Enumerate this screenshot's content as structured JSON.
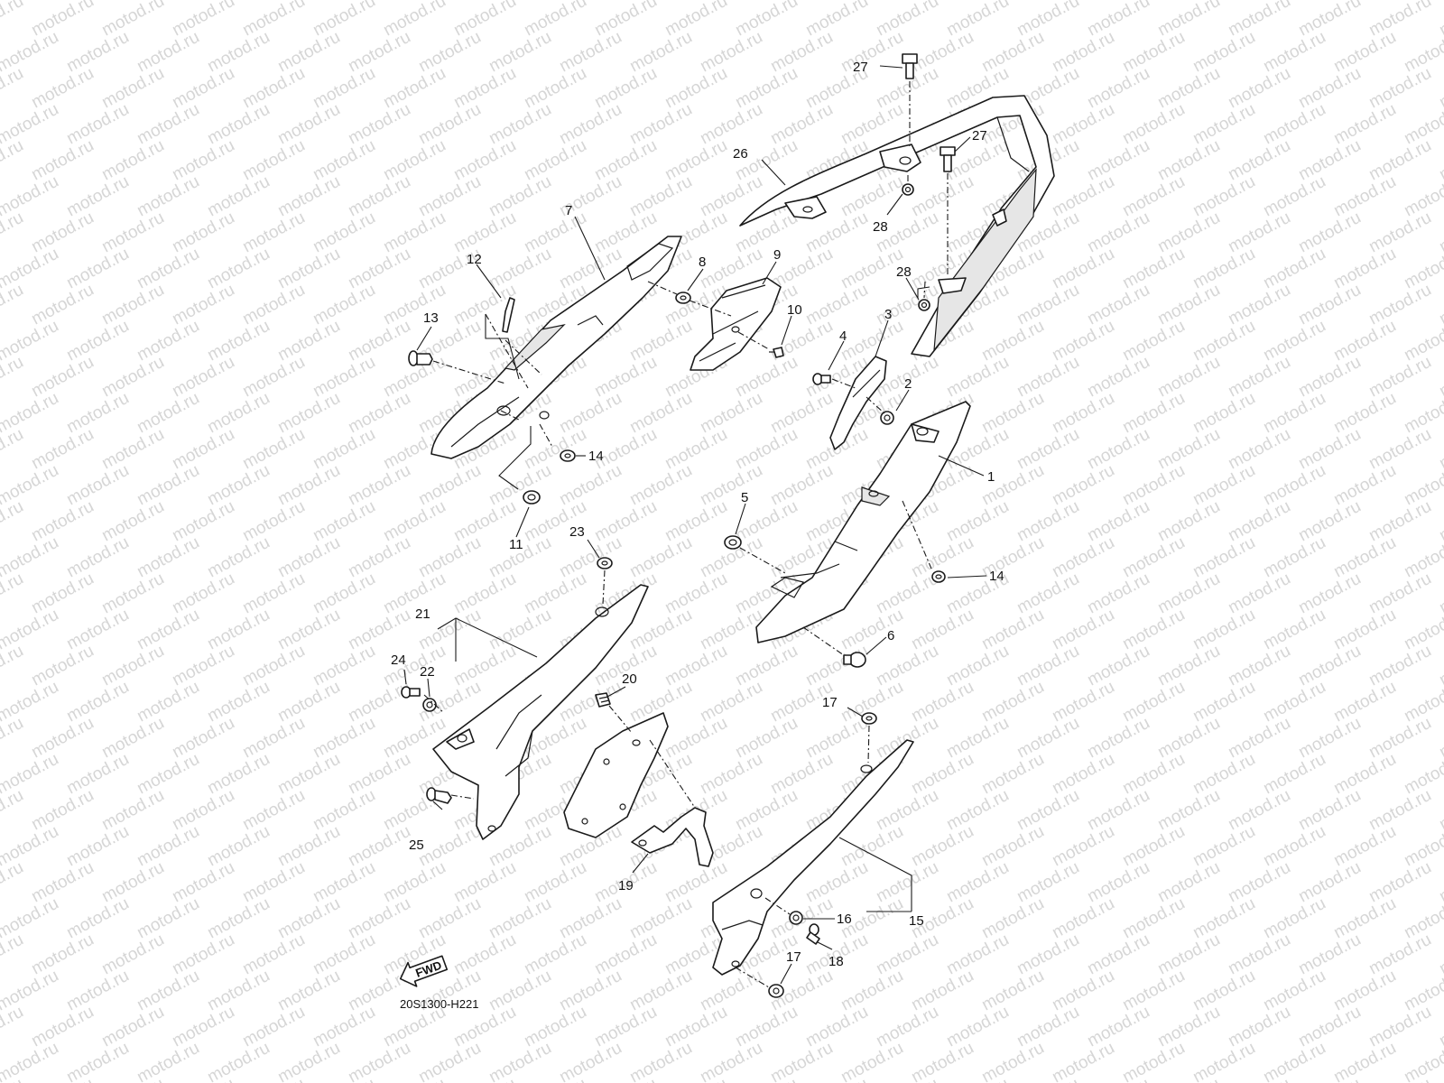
{
  "watermark": {
    "text": "motod.ru",
    "color": "#d6d6d6"
  },
  "diagram_code": "20S1300-H221",
  "fwd_label": "FWD",
  "callouts": {
    "c1": "1",
    "c2": "2",
    "c3": "3",
    "c4": "4",
    "c5": "5",
    "c6": "6",
    "c7": "7",
    "c8": "8",
    "c9": "9",
    "c10": "10",
    "c11": "11",
    "c12": "12",
    "c13": "13",
    "c14a": "14",
    "c14b": "14",
    "c15": "15",
    "c16": "16",
    "c17a": "17",
    "c17b": "17",
    "c18": "18",
    "c19": "19",
    "c20": "20",
    "c21": "21",
    "c22": "22",
    "c23": "23",
    "c24": "24",
    "c25": "25",
    "c26": "26",
    "c27a": "27",
    "c27b": "27",
    "c28a": "28",
    "c28b": "28"
  }
}
